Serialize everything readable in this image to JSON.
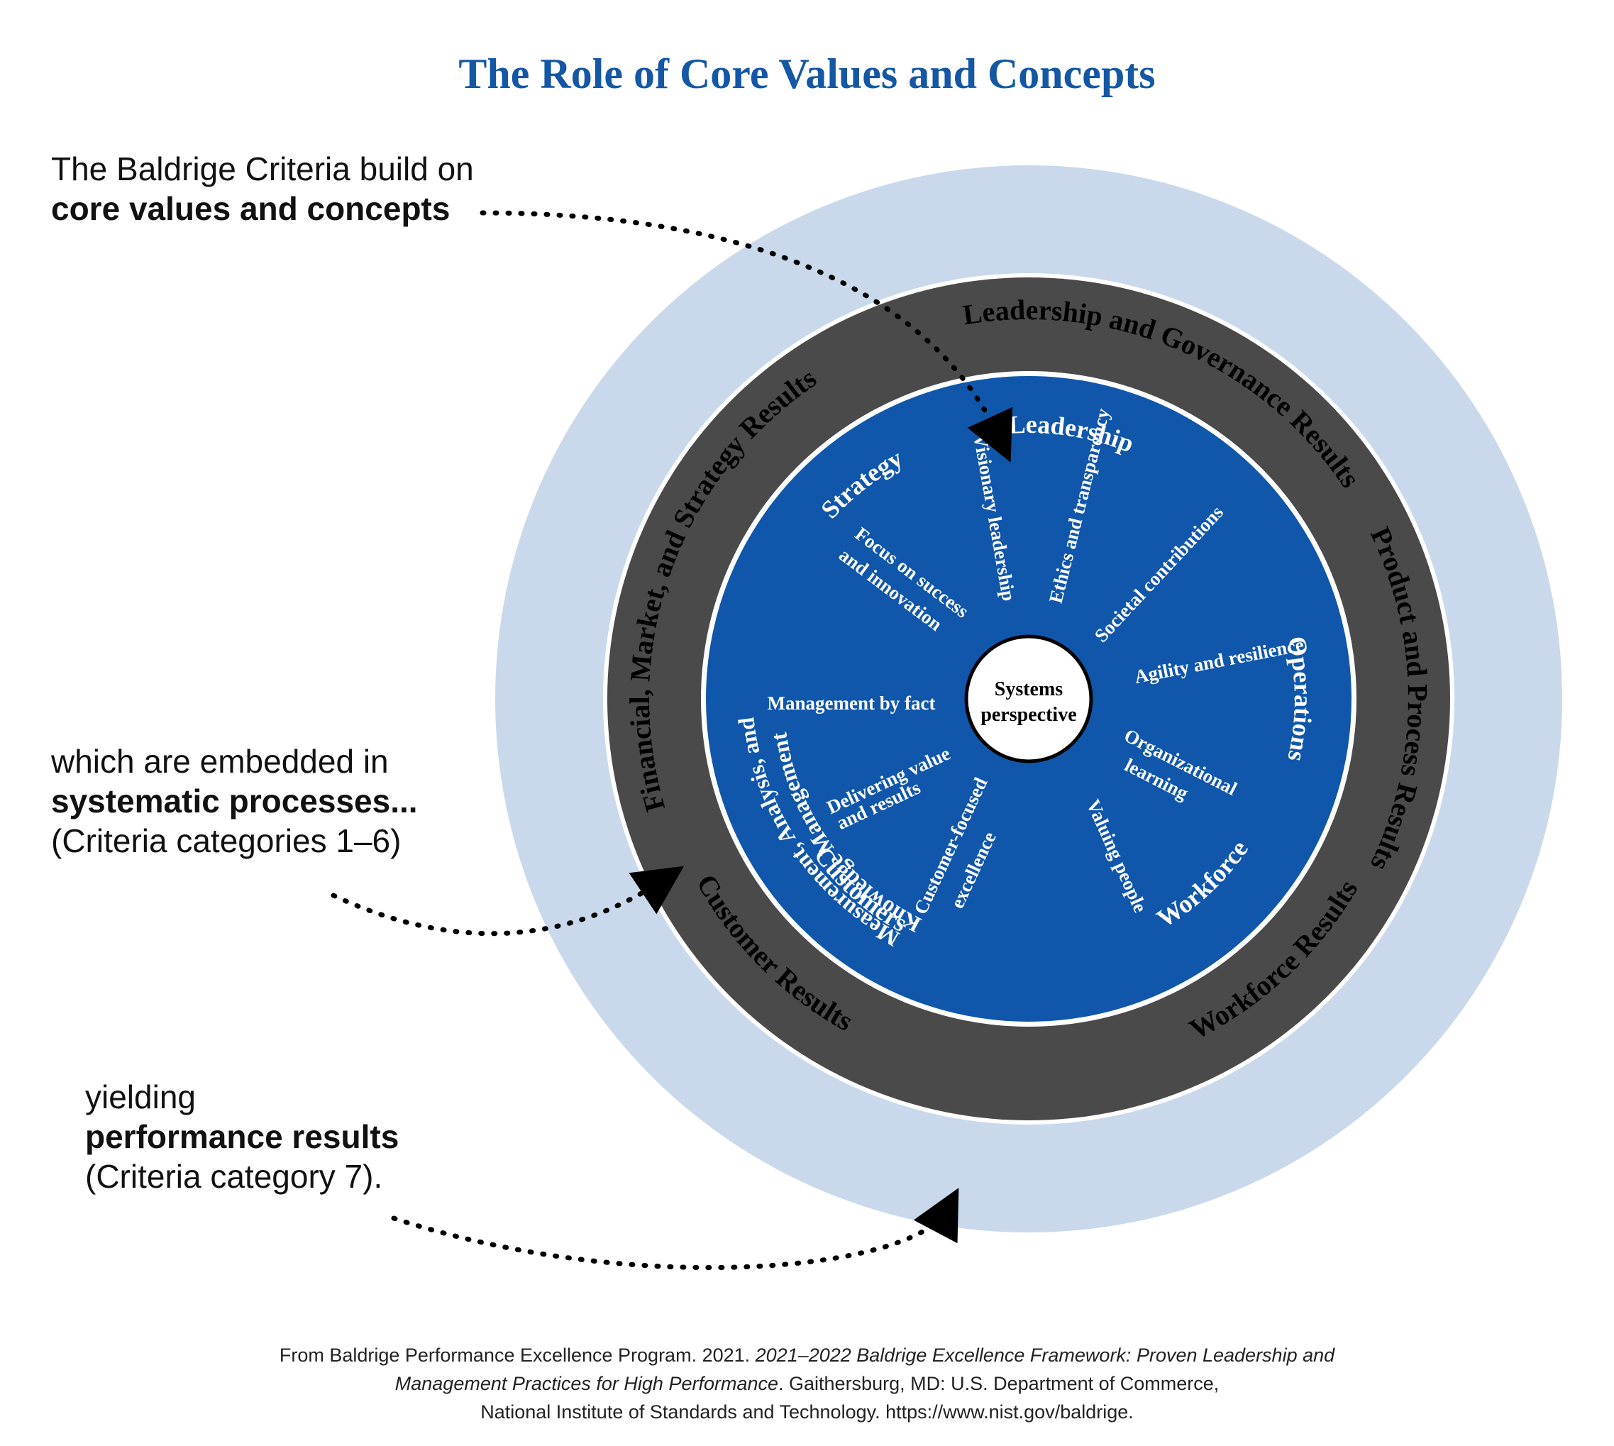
{
  "title": "The Role of Core Values and Concepts",
  "callouts": {
    "core": {
      "line1": "The Baldrige Criteria build on",
      "bold": "core values and concepts"
    },
    "processes": {
      "line1": "which are embedded in",
      "bold": "systematic processes...",
      "line3": "(Criteria categories 1–6)"
    },
    "results": {
      "line1": "yielding",
      "bold": "performance results",
      "line3": "(Criteria category 7)."
    }
  },
  "results_ring": {
    "top": "Leadership and Governance Results",
    "right": "Product and Process Results",
    "bottom_right": "Workforce Results",
    "bottom_left": "Customer Results",
    "left": "Financial, Market, and Strategy Results"
  },
  "process_ring": {
    "leadership": "Leadership",
    "strategy": "Strategy",
    "operations": "Operations",
    "workforce": "Workforce",
    "customers": "Customers",
    "measurement_line1": "Measurement, Analysis, and",
    "measurement_line2": "Knowledge Management"
  },
  "core_values": {
    "visionary": "Visionary leadership",
    "ethics": "Ethics and transparency",
    "societal": "Societal contributions",
    "agility": "Agility and resilience",
    "org_learning_1": "Organizational",
    "org_learning_2": "learning",
    "valuing": "Valuing people",
    "customer_1": "Customer-focused",
    "customer_2": "excellence",
    "delivering_1": "Delivering value",
    "delivering_2": "and results",
    "mbf": "Management by fact",
    "focus_1": "Focus on success",
    "focus_2": "and innovation"
  },
  "center": {
    "line1": "Systems",
    "line2": "perspective"
  },
  "citation": {
    "plain1": "From Baldrige Performance Excellence Program. 2021. ",
    "italic1": "2021–2022 Baldrige Excellence Framework: Proven Leadership and",
    "italic2": "Management Practices for High Performance",
    "plain2": ". Gaithersburg, MD: U.S. Department of Commerce,",
    "line3": "National Institute of Standards and Technology. https://www.nist.gov/baldrige."
  },
  "colors": {
    "title": "#1357a5",
    "outer_ring": "#c9d9eb",
    "middle_ring": "#4a4a4a",
    "core": "#1057ab",
    "center": "#ffffff"
  }
}
